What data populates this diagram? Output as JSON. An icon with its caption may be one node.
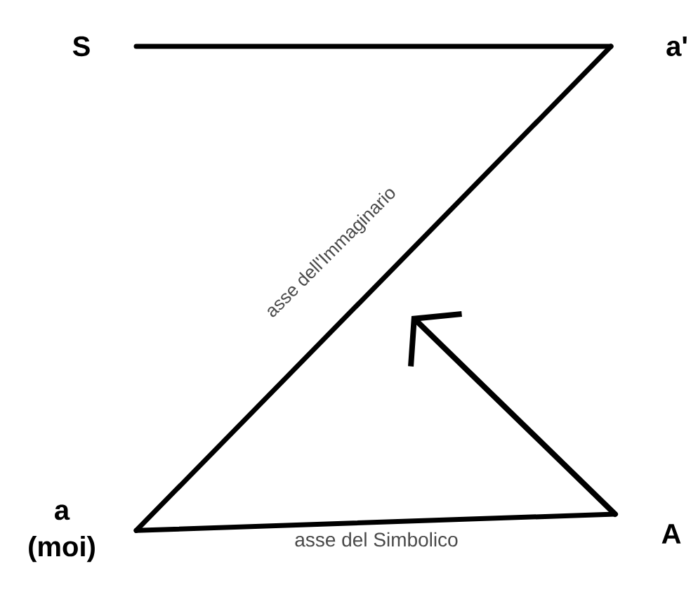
{
  "diagram": {
    "nodes": [
      {
        "text": [
          "S"
        ]
      },
      {
        "text": [
          "a'"
        ]
      },
      {
        "text": [
          "a",
          "(moi)"
        ]
      },
      {
        "text": [
          "A"
        ]
      }
    ],
    "edges": [
      {
        "from": 0,
        "to": 1,
        "arrow": "none"
      },
      {
        "from": 1,
        "to": 2,
        "arrow": "none",
        "label": "asse dell'Immaginario"
      },
      {
        "from": 2,
        "to": 3,
        "arrow": "none",
        "label": "asse del Simbolico"
      },
      {
        "from": 3,
        "to": null,
        "arrow": "to"
      }
    ]
  }
}
